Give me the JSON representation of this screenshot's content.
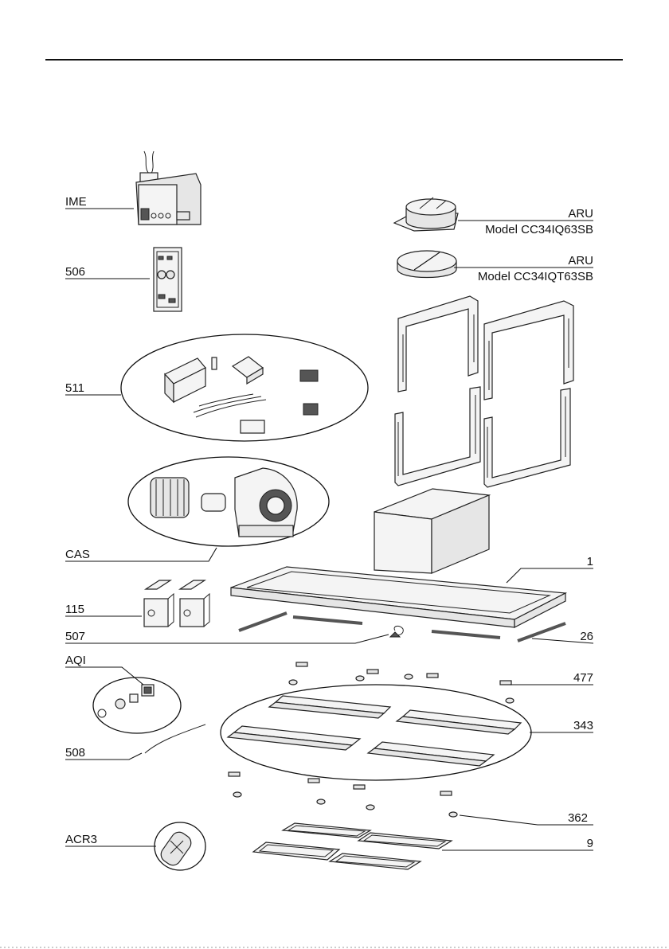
{
  "labels": {
    "ime": "IME",
    "l506": "506",
    "l511": "511",
    "cas": "CAS",
    "l115": "115",
    "l507": "507",
    "aqi": "AQI",
    "l508": "508",
    "acr3": "ACR3",
    "aru_a": "ARU",
    "model_a": "Model CC34IQ63SB",
    "aru_b": "ARU",
    "model_b": "Model CC34IQT63SB",
    "l1": "1",
    "l26": "26",
    "l477": "477",
    "l343": "343",
    "l362": "362",
    "l9": "9"
  }
}
